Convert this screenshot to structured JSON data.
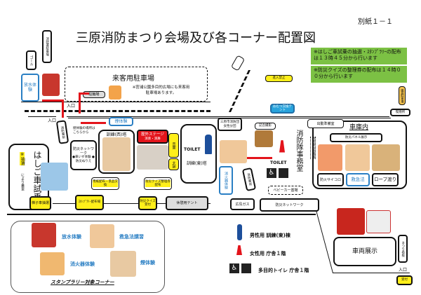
{
  "doc_label": "別紙１－１",
  "title": "三原消防まつり会場及び各コーナー配置図",
  "notices": [
    "※はしご車試乗の抽選・ｽﾀﾝﾌﾟﾗﾘｰの配布は１３時４５分から行います",
    "※防災クイズの整理券の配布は１４時００分から行います"
  ],
  "parking": {
    "title": "来客用駐車場",
    "note": "※宮浦公園多目的広場にも来客用駐車場あります。",
    "bike": "駐輪場"
  },
  "labels": {
    "station_parking": "消防署駐車場",
    "goal": "ゴール",
    "water": "放水体験",
    "entrance": "入口",
    "entrance2": "入口",
    "smoke": "煙体験",
    "smoke_here": "煙体験の場所はこちらから",
    "station_front": "消防署前",
    "station_front2": "消防署前",
    "ladder": "はしご車試乗",
    "ladder_note_1": "※抽選",
    "ladder_note_2": "により乗車",
    "ladder_lottery": "梯子車抽選",
    "network": "防災ネットワーク",
    "network_items": "●車いす体験 ●防災ぬりえ",
    "west_tower": "訓練(西)塔",
    "stage": "屋外ステージ",
    "stage_sub": "演奏・演舞",
    "sound": "音響",
    "drum": "太鼓",
    "toilet": "TOILET",
    "east_tower": "訓練(東)塔",
    "women_corps": "三原市消防団女性分団",
    "extinguisher": "消火器体験",
    "photo": "記念撮影",
    "office": "消防隊事務室",
    "toilet2": "TOILET",
    "stroller": "ベビーカー置場",
    "diaper": "おむつ交換テント",
    "no_entry": "進入禁止",
    "prep_room": "出動準備室",
    "garage": "車庫内",
    "panel": "防災パネル展示",
    "dice": "防火サイコロ",
    "first_aid": "救急法",
    "rope": "ロープ渡り",
    "smoking": "喫煙所",
    "staff_parking": "職員駐車場",
    "exit_road": "消防車出動通路",
    "paper": "用紙配布・景品交換",
    "quiz_ticket": "防災クイズ整理券配布",
    "stamp_dist": "ｽﾀﾝﾌﾟﾗﾘｰ配布場",
    "quiz_desk": "防災クイズ受付",
    "rest_tent": "休憩用テント",
    "gas": "広島ガス",
    "network2": "防災ネットワーク",
    "vehicles": "車両展示",
    "festival_sign": "まつり看板",
    "reception": "受付"
  },
  "stamp": {
    "items": [
      "放水体験",
      "救急法講習",
      "消火器体験",
      "煙体験"
    ],
    "caption": "スタンプラリー対象コーナー"
  },
  "legend": [
    {
      "icon": "male-icon",
      "text": "男性用 訓練(東)棟"
    },
    {
      "icon": "female-icon",
      "text": "女性用 庁舎１階"
    },
    {
      "icon": "accessible-icon",
      "text": "多目的トイレ 庁舎１階"
    }
  ],
  "colors": {
    "notice": "#7cc144",
    "yellow": "#ffef1a",
    "red": "#e3141b",
    "blue": "#2a7fc4"
  }
}
